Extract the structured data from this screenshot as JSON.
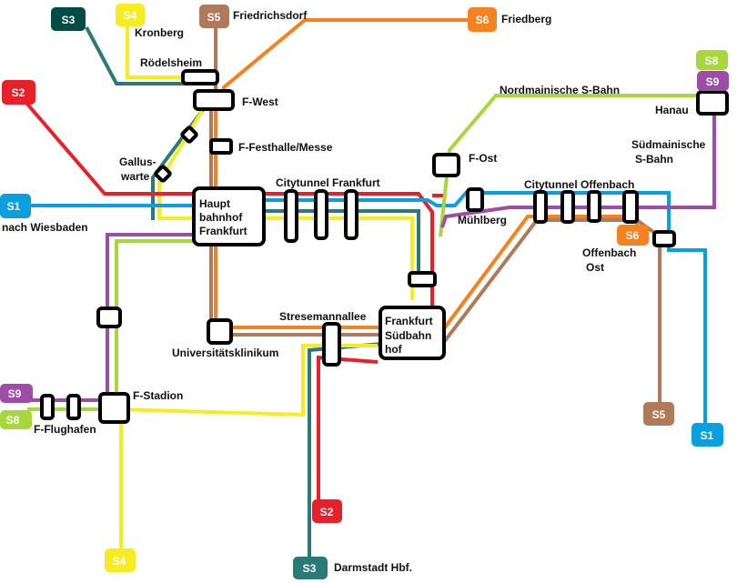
{
  "colors": {
    "S1": "#0aa0e0",
    "S2": "#e8202a",
    "S3": "#2c7a78",
    "S4": "#f7ec22",
    "S5": "#b07a5a",
    "S6": "#f58220",
    "S8": "#a6d83b",
    "S9": "#9b4da8",
    "S3_badge": "#004c46"
  },
  "badges": {
    "s3_top": "S3",
    "s4_top": "S4",
    "s5_top": "S5",
    "s6_top": "S6",
    "s2_left": "S2",
    "s1_left": "S1",
    "s8_right": "S8",
    "s9_right": "S9",
    "s6_offenbach": "S6",
    "s5_bottom": "S5",
    "s1_bottom": "S1",
    "s9_left": "S9",
    "s8_left": "S8",
    "s2_bottom": "S2",
    "s4_bottom": "S4",
    "s3_bottom": "S3"
  },
  "labels": {
    "friedrichsdorf": "Friedrichsdorf",
    "friedberg": "Friedberg",
    "kronberg": "Kronberg",
    "roedelsheim": "Rödelsheim",
    "f_west": "F-West",
    "f_festhalle": "F-Festhalle/Messe",
    "gallus_1": "Gallus-",
    "gallus_2": "warte",
    "nach_wiesbaden": "nach Wiesbaden",
    "hbf_1": "Haupt",
    "hbf_2": "bahnhof",
    "hbf_3": "Frankfurt",
    "citytunnel_ffm": "Citytunnel Frankfurt",
    "nordmainische": "Nordmainische S-Bahn",
    "hanau": "Hanau",
    "suedmainische_1": "Südmainische",
    "suedmainische_2": "S-Bahn",
    "f_ost": "F-Ost",
    "citytunnel_of": "Citytunnel Offenbach",
    "muehlberg": "Mühlberg",
    "offenbach_1": "Offenbach",
    "offenbach_2": "Ost",
    "stresemannallee": "Stresemannallee",
    "suedbahnhof_1": "Frankfurt",
    "suedbahnhof_2": "Südbahn",
    "suedbahnhof_3": "hof",
    "uniklinikum": "Universitätsklinikum",
    "f_stadion": "F-Stadion",
    "f_flughafen": "F-Flughafen",
    "darmstadt": "Darmstadt Hbf."
  }
}
